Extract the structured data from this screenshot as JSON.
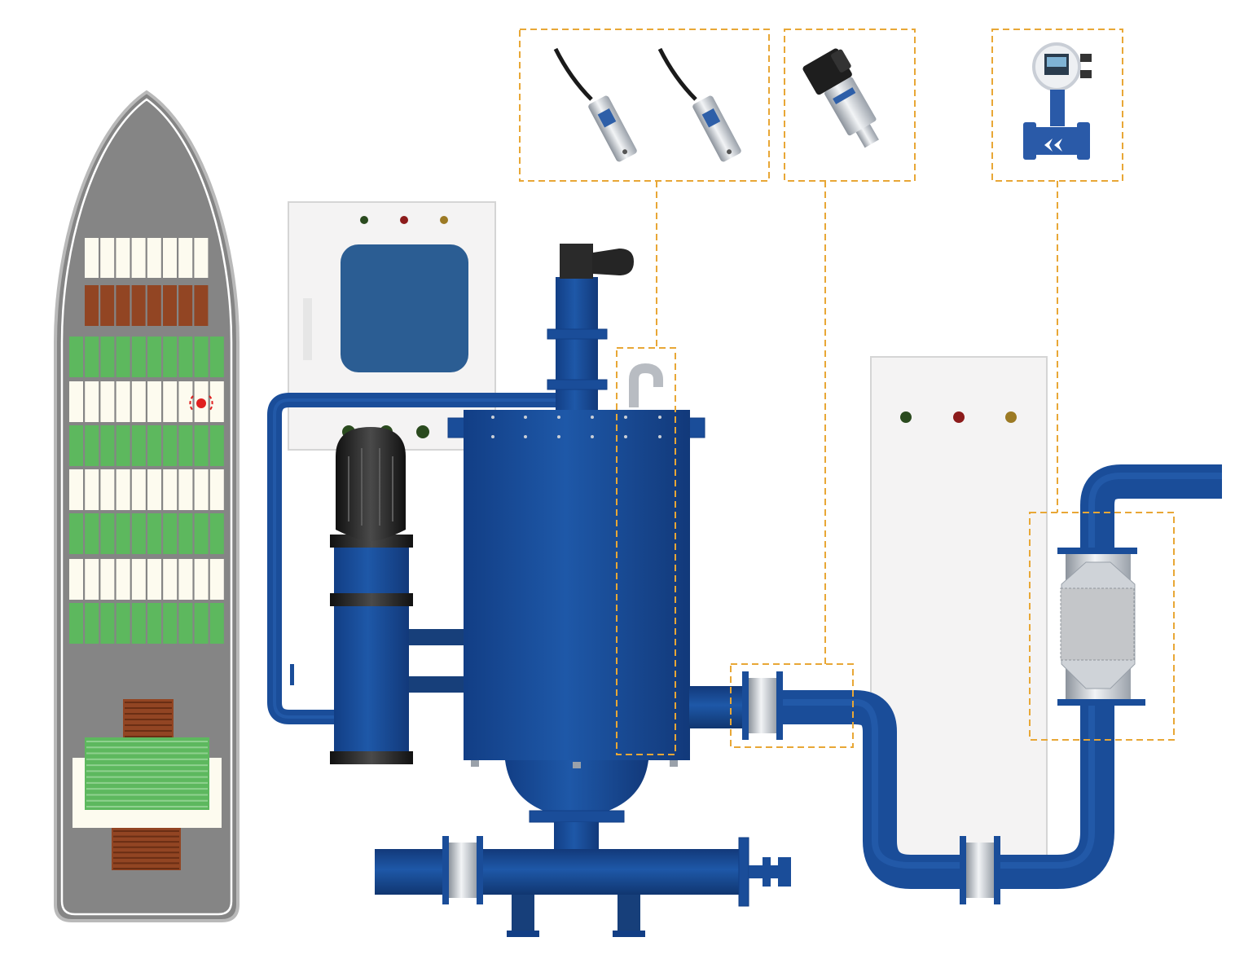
{
  "diagram": {
    "components": {
      "ship": {
        "hull_color": "#858585",
        "outline_color": "#ffffff",
        "cargo_colors": [
          "#fdfbef",
          "#924523",
          "#5db85e"
        ],
        "location_marker_color": "#e02020"
      },
      "control_cabinet_left": {
        "indicator_lights": [
          "dark-green",
          "dark-red",
          "amber"
        ],
        "screen_color": "#2b5d93"
      },
      "control_cabinet_right": {
        "indicator_lights": [
          "dark-green",
          "dark-red",
          "amber"
        ]
      },
      "sensor_group_level": {
        "icon": "submersible-level-sensor-icon",
        "count": 2
      },
      "sensor_group_pressure": {
        "icon": "pressure-transmitter-icon",
        "count": 1
      },
      "sensor_group_flow": {
        "icon": "electromagnetic-flowmeter-icon",
        "count": 1
      },
      "tank": {
        "color": "#1a4d99"
      },
      "pump": {
        "motor_color": "#222222"
      },
      "piping": {
        "color": "#1a4d99"
      },
      "flanges": {
        "color": "#c6ccd4"
      }
    },
    "callout_color": "#e8a736",
    "indicator_colors": {
      "green": "#2a4a1e",
      "red": "#8c1b1b",
      "amber": "#9c7a24"
    }
  }
}
